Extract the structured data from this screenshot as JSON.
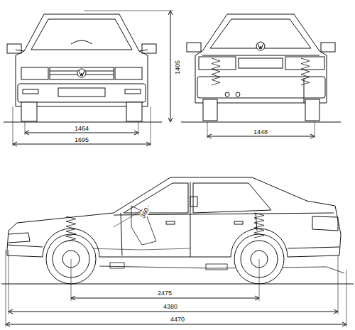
{
  "diagram": {
    "labels": [
      "1405",
      "1464",
      "1695",
      "1448",
      "360",
      "2475",
      "4380",
      "4470"
    ]
  }
}
